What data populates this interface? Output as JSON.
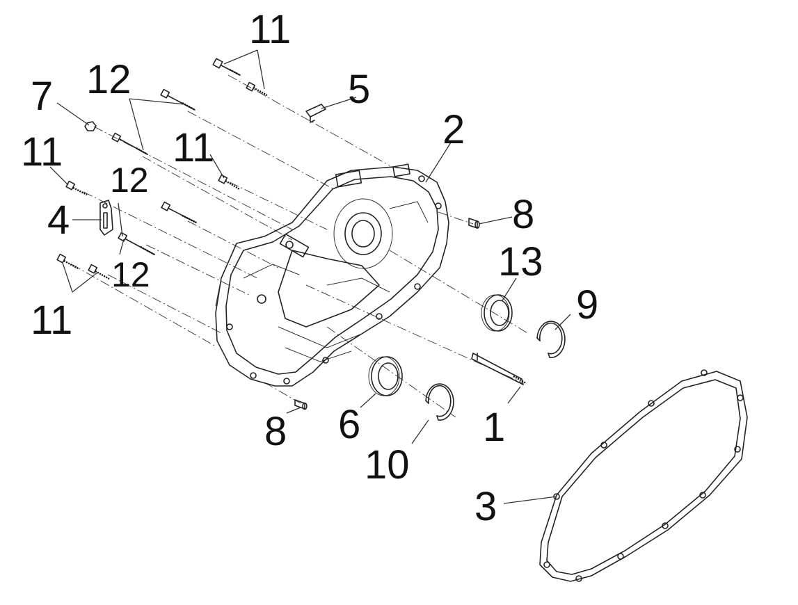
{
  "callouts": [
    {
      "id": "11",
      "text": "11"
    },
    {
      "id": "5",
      "text": "5"
    },
    {
      "id": "12",
      "text": "12"
    },
    {
      "id": "7",
      "text": "7"
    },
    {
      "id": "2",
      "text": "2"
    },
    {
      "id": "8",
      "text": "8"
    },
    {
      "id": "4",
      "text": "4"
    },
    {
      "id": "13",
      "text": "13"
    },
    {
      "id": "9",
      "text": "9"
    },
    {
      "id": "6",
      "text": "6"
    },
    {
      "id": "1",
      "text": "1"
    },
    {
      "id": "10",
      "text": "10"
    },
    {
      "id": "3",
      "text": "3"
    }
  ]
}
